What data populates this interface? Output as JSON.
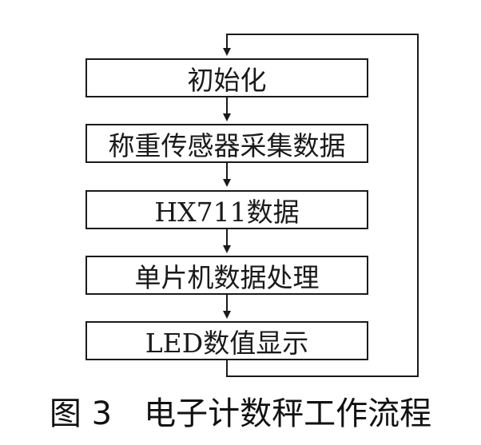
{
  "flowchart": {
    "steps": [
      "初始化",
      "称重传感器采集数据",
      "HX711数据",
      "单片机数据处理",
      "LED数值显示"
    ]
  },
  "caption": {
    "figure_number": "图 3",
    "title": "电子计数秤工作流程"
  },
  "colors": {
    "line": "#1a1a1a",
    "background": "#ffffff"
  }
}
